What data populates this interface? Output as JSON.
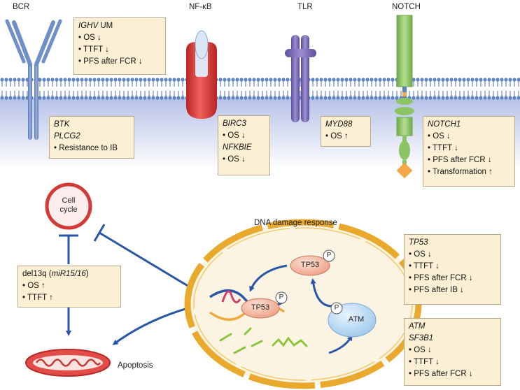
{
  "pathways": {
    "bcr": "BCR",
    "nfkb": "NF-κB",
    "tlr": "TLR",
    "notch": "NOTCH",
    "ddr": "DNA damage response"
  },
  "boxes": {
    "ighv": {
      "head_gene": "IGHV",
      "head_rest": " UM",
      "items": [
        "OS ↓",
        "TTFT ↓",
        "PFS after FCR ↓"
      ]
    },
    "btk": {
      "genes": [
        "BTK",
        "PLCG2"
      ],
      "items": [
        "Resistance to IB"
      ]
    },
    "birc3": {
      "gene": "BIRC3",
      "items": [
        "OS ↓"
      ]
    },
    "nfkbie": {
      "gene": "NFKBIE",
      "items": [
        "OS ↓"
      ]
    },
    "myd88": {
      "gene": "MYD88",
      "items": [
        "OS ↑"
      ]
    },
    "notch1": {
      "gene": "NOTCH1",
      "items": [
        "OS ↓",
        "TTFT ↓",
        "PFS after FCR ↓",
        "Transformation ↑"
      ]
    },
    "del13q": {
      "head_pre": "del13q (",
      "head_gene": "miR15/16",
      "head_post": ")",
      "items": [
        "OS ↑",
        "TTFT ↑"
      ]
    },
    "tp53": {
      "gene": "TP53",
      "items": [
        "OS ↓",
        "TTFT ↓",
        "PFS after FCR ↓",
        "PFS after IB ↓"
      ]
    },
    "atm": {
      "genes": [
        "ATM",
        "SF3B1"
      ],
      "items": [
        "OS ↓",
        "TTFT ↓",
        "PFS after FCR ↓"
      ]
    }
  },
  "nodes": {
    "cell_cycle": [
      "Cell",
      "cycle"
    ],
    "tp53_top": "TP53",
    "tp53_dna": "TP53",
    "atm": "ATM",
    "p": "P",
    "apoptosis": "Apoptosis"
  },
  "colors": {
    "membrane_top": "#b4c0e6",
    "lipid_head": "#5d83c2",
    "box_fill": "#fbf0d4",
    "arrow_blue": "#2a56a8",
    "bcr_blue": "#6f8fc8",
    "nfkb_red": "#dd3c39",
    "tlr_purple": "#7d6db6",
    "notch_green": "#8dc463",
    "notch_orange": "#f3a845",
    "nucleus_border": "#e9a92c",
    "nucleus_fill": "#fbf4e3",
    "tp53_fill": "#f5b9a4",
    "atm_fill": "#b8d8f2"
  }
}
